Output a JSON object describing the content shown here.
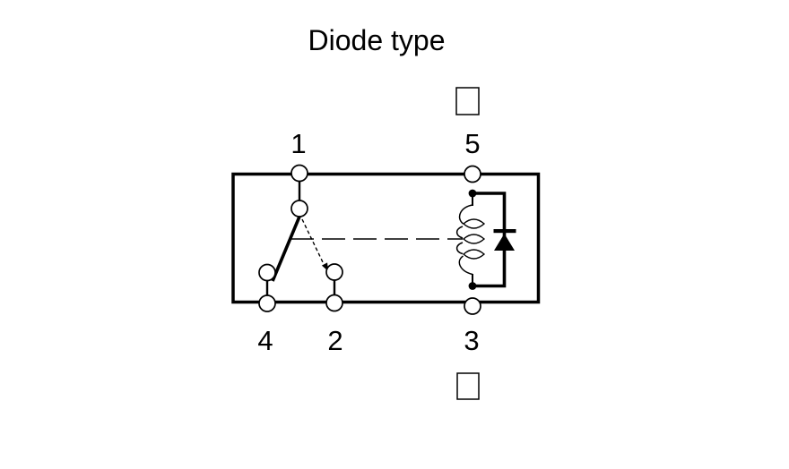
{
  "title": "Diode type",
  "pins": {
    "pin1": "1",
    "pin5": "5",
    "pin4": "4",
    "pin2": "2",
    "pin3": "3"
  },
  "colors": {
    "line": "#000000",
    "background": "#ffffff"
  },
  "components": {
    "outline": "relay-body-outline",
    "coil": "relay-coil",
    "diode": "flyback-diode",
    "switch": "spdt-switch-armature",
    "linkage": "mechanical-linkage-dashed-line",
    "marks": [
      "orientation-mark-top",
      "orientation-mark-bottom"
    ]
  }
}
